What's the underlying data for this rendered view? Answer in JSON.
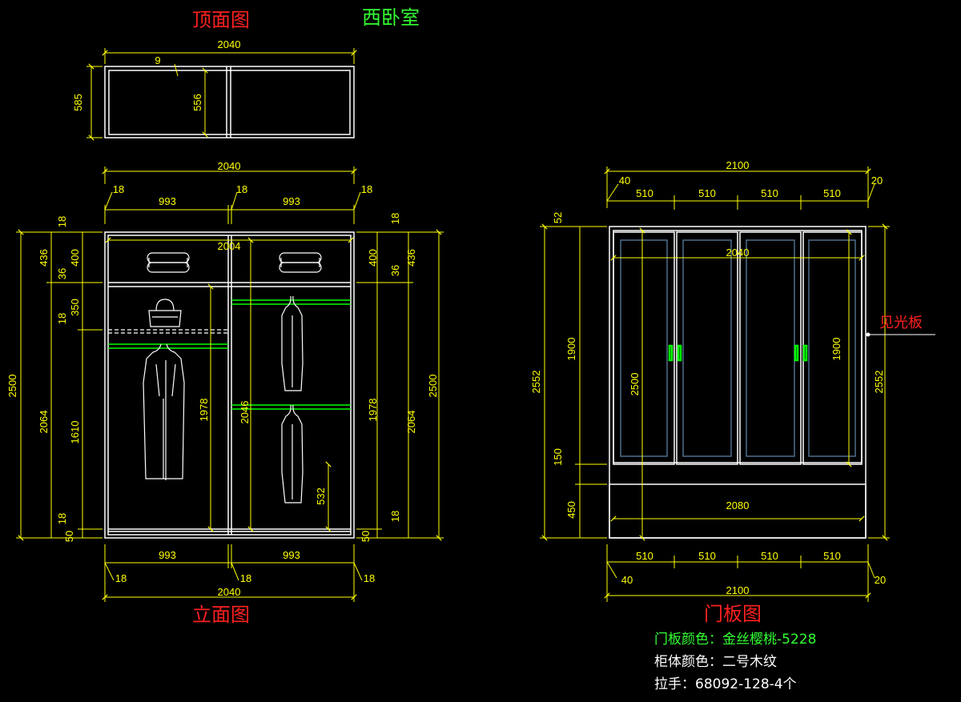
{
  "colors": {
    "background": "#000000",
    "outline": "#ffffff",
    "dimension": "#ffff00",
    "rail": "#00ff00",
    "door_panel": "#4f6e8a",
    "title_red": "#ff2020",
    "title_green": "#33ff33"
  },
  "titles": {
    "top_view": "顶面图",
    "room": "西卧室",
    "elevation": "立面图",
    "door_view": "门板图",
    "visible_panel": "见光板"
  },
  "notes": {
    "door_color": "门板颜色：金丝樱桃-5228",
    "cabinet_color": "柜体颜色：二号木纹",
    "handle": "拉手：68092-128-4个"
  },
  "dims": {
    "top": {
      "width": "2040",
      "wall": "9",
      "inner_depth": "556",
      "depth": "585"
    },
    "elev": {
      "overall_width": "2040",
      "side_left": "18",
      "side_mid": "18",
      "side_right": "18",
      "bay_left": "993",
      "bay_right": "993",
      "inner_top": "2004",
      "top_board_l": "18",
      "top_board_r": "18",
      "top_sec_l": "436",
      "top_sec_r": "436",
      "top_inner_l": "400",
      "top_inner_r": "400",
      "shelf_l": "36",
      "shelf_r": "36",
      "overall_height_l": "2500",
      "overall_height_r": "2500",
      "lower_l": "2064",
      "lower_r": "2064",
      "upper_shelf": "350",
      "thick_18": "18",
      "hang": "1610",
      "bottom_l": "18",
      "bottom_r": "18",
      "plinth_l": "50",
      "plinth_r": "50",
      "inner_left": "1978",
      "inner_right": "1978",
      "mid": "2046",
      "low_rail": "532",
      "bot_bay_left": "993",
      "bot_bay_right": "993",
      "bot_side_left": "18",
      "bot_side_mid": "18",
      "bot_side_right": "18",
      "bottom_width": "2040"
    },
    "door": {
      "overall_width": "2100",
      "left_gap": "40",
      "right_gap": "20",
      "panels": [
        "510",
        "510",
        "510",
        "510"
      ],
      "inner_width": "2040",
      "top_gap": "52",
      "door_height": "1900",
      "left_total": "2552",
      "base_gap": "150",
      "drawer": "450",
      "inner_height": "2500",
      "door_height_r": "1900",
      "right_total": "2552",
      "drawer_width": "2080",
      "bottom_panels": [
        "510",
        "510",
        "510",
        "510"
      ],
      "bottom_left_gap": "40",
      "bottom_right_gap": "20",
      "bottom_overall_width": "2100"
    }
  }
}
